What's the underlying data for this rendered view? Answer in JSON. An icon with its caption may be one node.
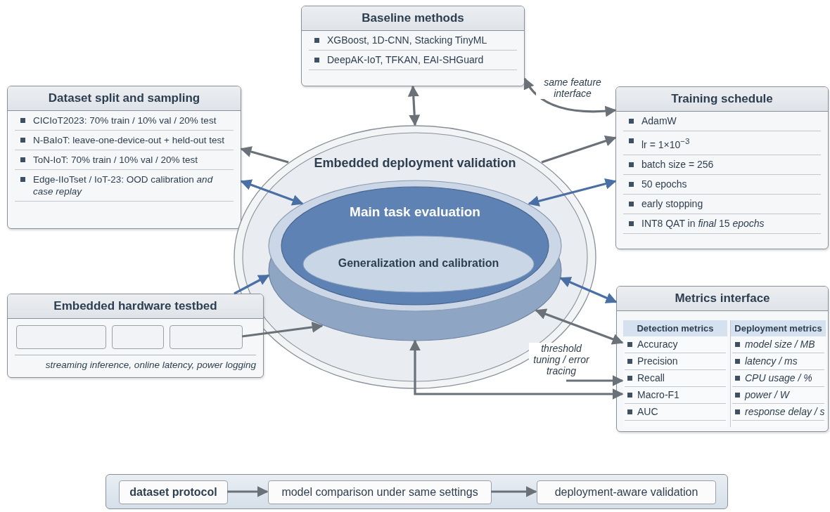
{
  "diagram": {
    "nodes": [
      {
        "text": [
          "Baseline methods",
          "XGBoost, 1D-CNN, Stacking TinyML",
          "DeepAK-IoT, TFKAN, EAI-SHGuard"
        ]
      },
      {
        "text": [
          "Dataset split and sampling",
          "CICIoT2023: 70% train / 10% val / 20% test",
          "N-BaIoT: leave-one-device-out + held-out test",
          "ToN-IoT: 70% train / 10% val / 20% test",
          "Edge-IIoTset / IoT-23: OOD calibration *and case replay*"
        ]
      },
      {
        "text": [
          "Training schedule",
          "AdamW",
          "lr = 1×10$^{−3}$",
          "batch size = 256",
          "50 epochs",
          "early stopping",
          "INT8 QAT in *final* 15 *epochs*"
        ]
      },
      {
        "text": [
          "Embedded deployment validation"
        ]
      },
      {
        "text": [
          "Main task evaluation"
        ],
        "in": 3
      },
      {
        "text": [
          "Generalization and calibration"
        ],
        "in": 4
      },
      {
        "text": [
          "Embedded hardware testbed",
          "streaming inference, online latency, power logging"
        ]
      },
      {
        "text": [],
        "shape": "box",
        "in": 6
      },
      {
        "text": [],
        "shape": "box",
        "in": 6
      },
      {
        "text": [],
        "shape": "box",
        "in": 6
      },
      {
        "text": [
          "Metrics interface"
        ]
      },
      {
        "text": [
          "Detection metrics",
          "Accuracy",
          "Precision",
          "Recall",
          "Macro-F1",
          "AUC"
        ],
        "in": 10
      },
      {
        "text": [
          "Deployment metrics",
          "model size / MB",
          "latency / ms",
          "CPU usage / %",
          "power / W",
          "response delay / s"
        ],
        "in": 10
      },
      {
        "text": [],
        "shape": "bar"
      },
      {
        "text": [
          "dataset protocol"
        ],
        "in": 13
      },
      {
        "text": [
          "model comparison under same settings"
        ],
        "in": 13
      },
      {
        "text": [
          "deployment-aware validation"
        ],
        "in": 13
      }
    ],
    "edges": [
      {
        "from": 3,
        "to": 0,
        "arrow": "both"
      },
      {
        "from": 0,
        "to": 2,
        "arrow": "both",
        "label": "same feature interface"
      },
      {
        "from": 3,
        "to": 1,
        "arrow": "to"
      },
      {
        "from": 4,
        "to": 1,
        "arrow": "both",
        "color": "#4a6fa5"
      },
      {
        "from": 3,
        "to": 2,
        "arrow": "to"
      },
      {
        "from": 4,
        "to": 2,
        "arrow": "both",
        "color": "#4a6fa5"
      },
      {
        "from": 6,
        "to": 4,
        "arrow": "to",
        "color": "#4a6fa5"
      },
      {
        "from": 9,
        "to": 4,
        "arrow": "to"
      },
      {
        "from": 4,
        "to": 10,
        "arrow": "both",
        "color": "#4a6fa5"
      },
      {
        "from": 4,
        "to": 11,
        "arrow": "both"
      },
      {
        "from": null,
        "to": 11,
        "arrow": "to",
        "label": "threshold tuning / error tracing"
      },
      {
        "from": 4,
        "to": 11,
        "arrow": "both"
      },
      {
        "from": 14,
        "to": 15,
        "arrow": "to"
      },
      {
        "from": 15,
        "to": 16,
        "arrow": "to"
      }
    ]
  }
}
